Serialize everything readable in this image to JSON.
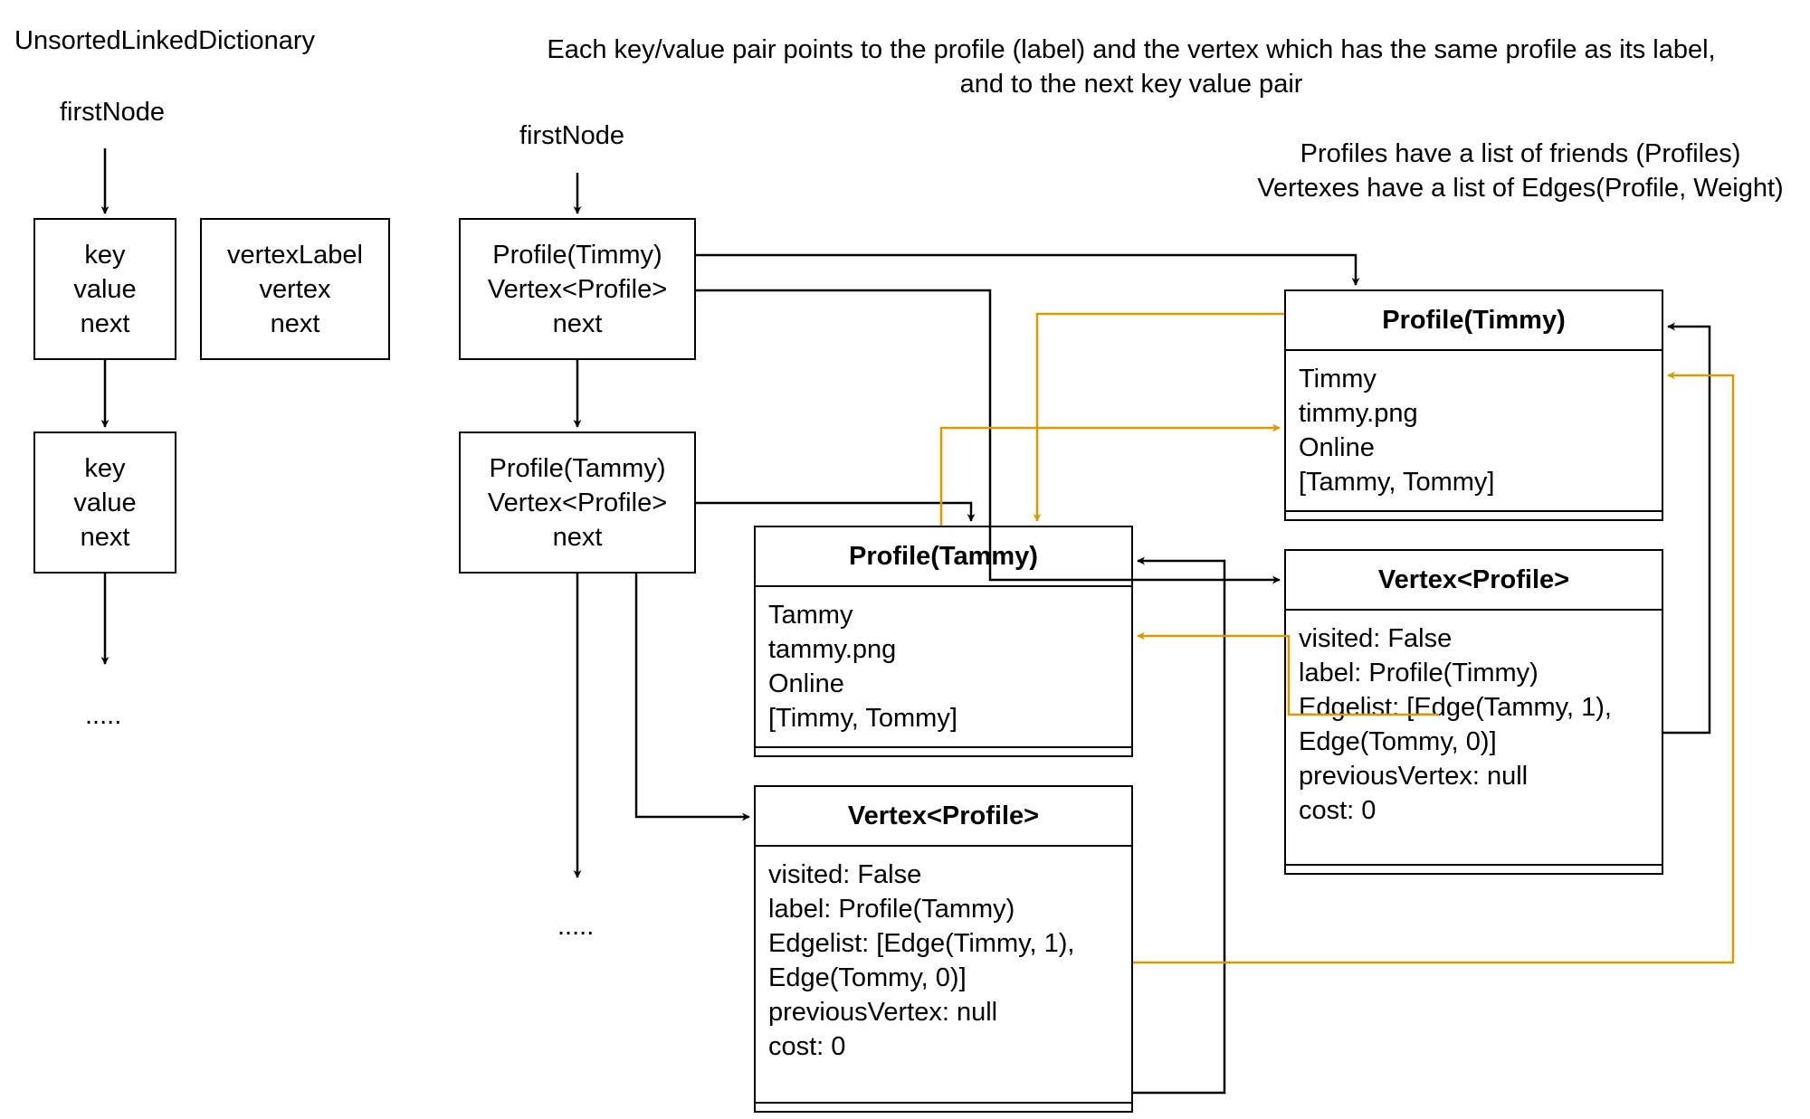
{
  "legend": {
    "title": "UnsortedLinkedDictionary",
    "first_node": "firstNode",
    "node_a": [
      "key",
      "value",
      "next"
    ],
    "node_b": [
      "vertexLabel",
      "vertex",
      "next"
    ],
    "node_c": [
      "key",
      "value",
      "next"
    ],
    "ellipsis": "....."
  },
  "description": {
    "line1": "Each key/value pair points to the profile (label) and the vertex which has the same profile as its label,",
    "line2": "and to the next key value pair"
  },
  "note": {
    "line1": "Profiles have a list of friends (Profiles)",
    "line2": "Vertexes have a list of Edges(Profile, Weight)"
  },
  "chain": {
    "first_node": "firstNode",
    "node1": [
      "Profile(Timmy)",
      "Vertex<Profile>",
      "next"
    ],
    "node2": [
      "Profile(Tammy)",
      "Vertex<Profile>",
      "next"
    ],
    "ellipsis": "....."
  },
  "profile_timmy": {
    "title": "Profile(Timmy)",
    "fields": [
      "Timmy",
      "timmy.png",
      "Online",
      "[Tammy, Tommy]"
    ]
  },
  "vertex_timmy": {
    "title": "Vertex<Profile>",
    "fields": [
      "visited: False",
      "label: Profile(Timmy)",
      "Edgelist: [Edge(Tammy, 1),",
      "Edge(Tommy, 0)]",
      "previousVertex: null",
      "cost: 0"
    ]
  },
  "profile_tammy": {
    "title": "Profile(Tammy)",
    "fields": [
      "Tammy",
      "tammy.png",
      "Online",
      "[Timmy, Tommy]"
    ]
  },
  "vertex_tammy": {
    "title": "Vertex<Profile>",
    "fields": [
      "visited: False",
      "label: Profile(Tammy)",
      "Edgelist: [Edge(Timmy, 1),",
      "Edge(Tommy, 0)]",
      "previousVertex: null",
      "cost: 0"
    ]
  },
  "colors": {
    "line": "#000000",
    "friend_link": "#d79b00"
  }
}
